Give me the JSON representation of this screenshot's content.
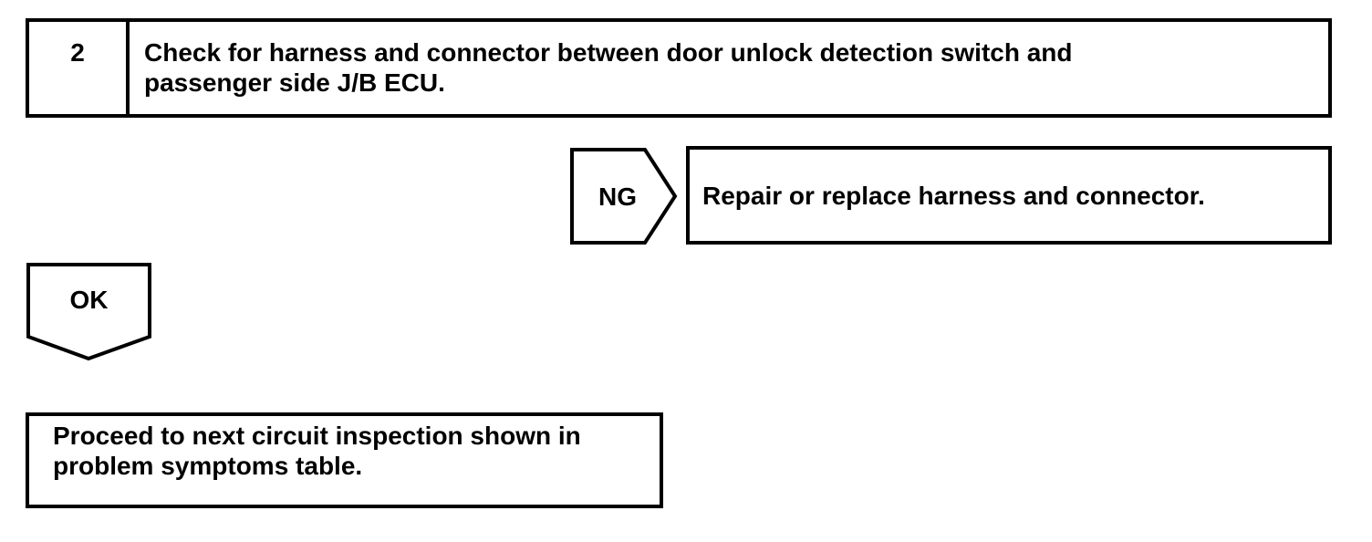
{
  "flowchart": {
    "step_box": {
      "number": "2",
      "instruction_lines": [
        "Check for harness and connector between door unlock detection switch and",
        "passenger side J/B ECU."
      ]
    },
    "ng_branch": {
      "connector_label": "NG",
      "result_text": "Repair or replace harness and connector."
    },
    "ok_branch": {
      "connector_label": "OK",
      "result_lines": [
        "Proceed to next circuit inspection shown in",
        "problem symptoms table."
      ]
    },
    "colors": {
      "ink": "#000000",
      "paper": "#ffffff"
    }
  }
}
